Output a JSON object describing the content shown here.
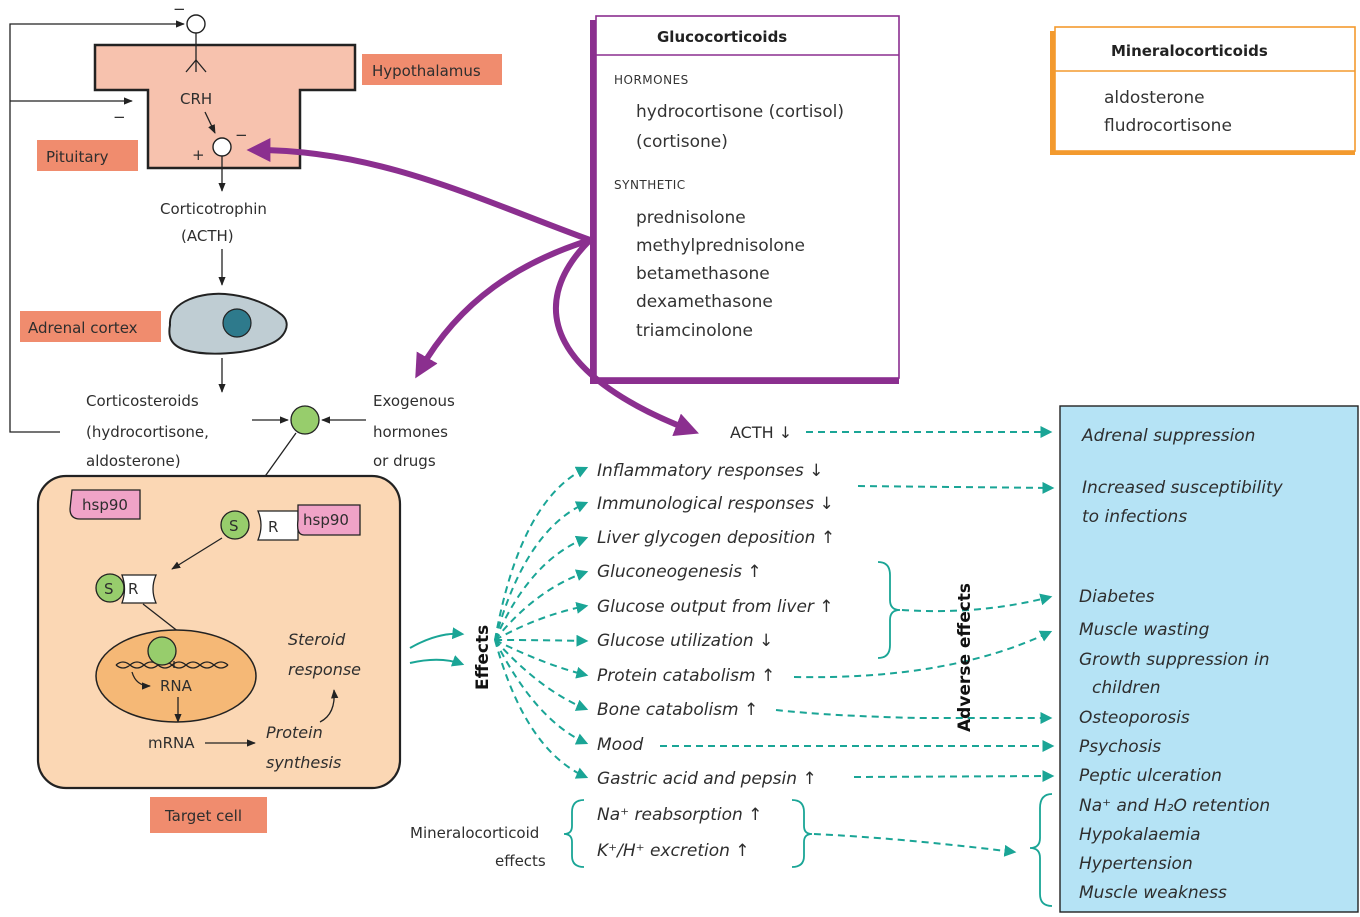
{
  "colors": {
    "organ_fill": "#f7c2ae",
    "label_box": "#f08c6e",
    "cell_fill": "#fbd7b4",
    "nucleus_fill": "#f5b876",
    "green": "#97cd6c",
    "hsp_pink": "#f0a3c7",
    "purple": "#8b2f8f",
    "orange": "#f39a2e",
    "teal": "#1aa596",
    "adverse_fill": "#b5e3f5"
  },
  "labels": {
    "hypothalamus": "Hypothalamus",
    "pituitary": "Pituitary",
    "adrenal_cortex": "Adrenal cortex",
    "target_cell": "Target cell",
    "crh": "CRH",
    "minus": "−",
    "plus": "+",
    "corticotrophin": "Corticotrophin",
    "acth_paren": "(ACTH)",
    "corticosteroids": [
      "Corticosteroids",
      "(hydrocortisone,",
      "aldosterone)"
    ],
    "exogenous": [
      "Exogenous",
      "hormones",
      "or drugs"
    ],
    "hsp90": "hsp90",
    "S": "S",
    "R": "R",
    "rna": "RNA",
    "mrna": "mRNA",
    "protein_synthesis": [
      "Protein",
      "synthesis"
    ],
    "steroid_response": [
      "Steroid",
      "response"
    ],
    "effects": "Effects",
    "adverse_effects": "Adverse effects",
    "mineralocorticoid_effects": [
      "Mineralocorticoid",
      "effects"
    ]
  },
  "glucocorticoids": {
    "title": "Glucocorticoids",
    "hormones_heading": "HORMONES",
    "hormones": [
      "hydrocortisone (cortisol)",
      "(cortisone)"
    ],
    "synthetic_heading": "SYNTHETIC",
    "synthetic": [
      "prednisolone",
      "methylprednisolone",
      "betamethasone",
      "dexamethasone",
      "triamcinolone"
    ]
  },
  "mineralocorticoids": {
    "title": "Mineralocorticoids",
    "items": [
      "aldosterone",
      "fludrocortisone"
    ]
  },
  "acth_effect": "ACTH ↓",
  "effects": [
    "Inflammatory responses ↓",
    "Immunological responses ↓",
    "Liver glycogen deposition ↑",
    "Gluconeogenesis ↑",
    "Glucose output from liver ↑",
    "Glucose utilization ↓",
    "Protein catabolism ↑",
    "Bone catabolism ↑",
    "Mood",
    "Gastric acid and pepsin ↑"
  ],
  "mineralocorticoid_items": [
    "Na⁺ reabsorption ↑",
    "K⁺/H⁺ excretion ↑"
  ],
  "adverse": [
    "Adrenal suppression",
    "Increased susceptibility",
    "to infections",
    "Diabetes",
    "Muscle wasting",
    "Growth suppression in",
    "children",
    "Osteoporosis",
    "Psychosis",
    "Peptic ulceration",
    "Na⁺ and H₂O retention",
    "Hypokalaemia",
    "Hypertension",
    "Muscle weakness"
  ]
}
